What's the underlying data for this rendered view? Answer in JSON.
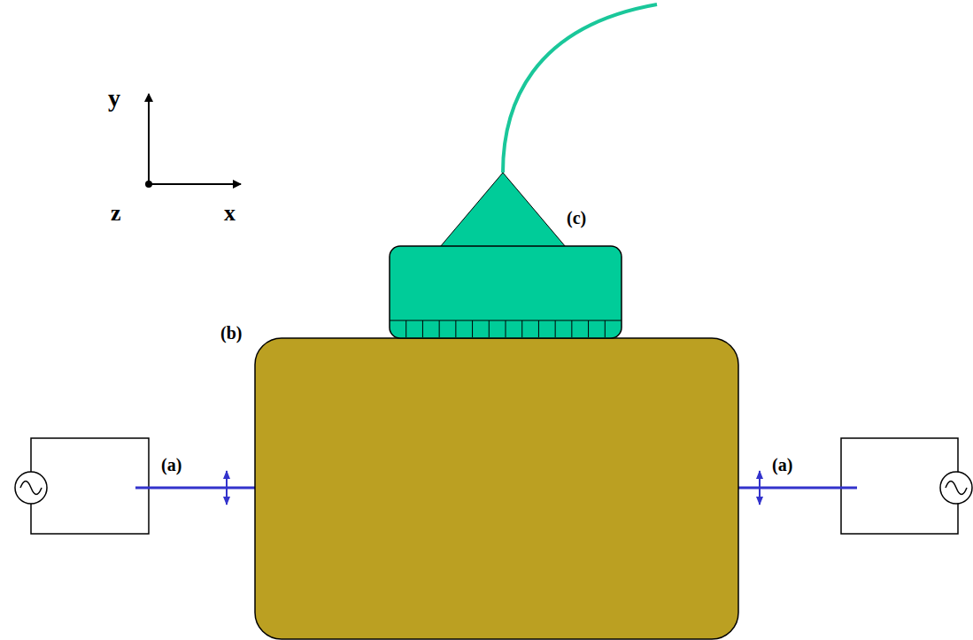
{
  "diagram": {
    "labels": [
      "y",
      "z",
      "x",
      "(a)",
      "(a)",
      "(b)",
      "(c)"
    ]
  }
}
